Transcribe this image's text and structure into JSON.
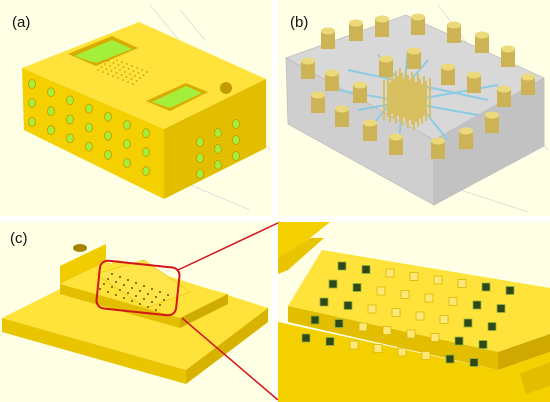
{
  "panels": [
    {
      "label": "(a)"
    },
    {
      "label": "(b)"
    },
    {
      "label": "(c)"
    }
  ],
  "colors": {
    "background": "#ffffe5",
    "body": "#f5d000",
    "body_top": "#ffe23a",
    "body_side": "#e2bd00",
    "window": "#a3ef3a",
    "translucent": "#d3d3d3",
    "pin": "#d8c060",
    "channel": "#9fd6ec",
    "zoom_line": "#d0161c",
    "well_dark": "#2f4818"
  }
}
